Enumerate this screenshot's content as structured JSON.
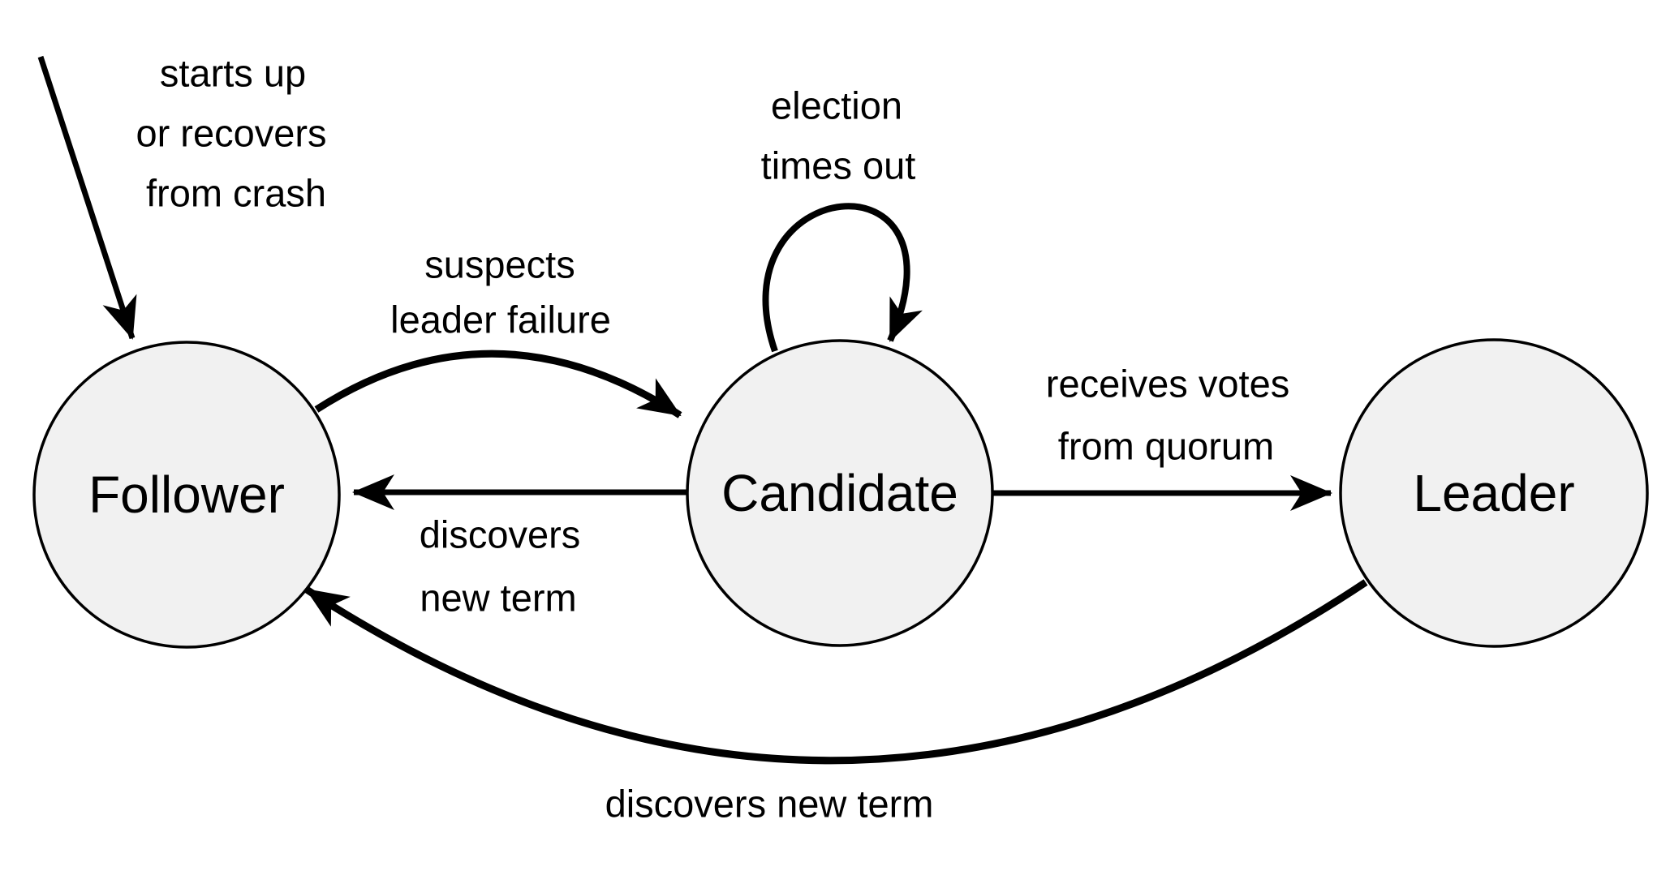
{
  "diagram_title": "state-transition-diagram",
  "colors": {
    "background": "#ffffff",
    "node_fill": "#f1f1f1",
    "node_stroke": "#000000",
    "edge": "#000000",
    "text": "#000000"
  },
  "nodes": {
    "follower": {
      "label": "Follower"
    },
    "candidate": {
      "label": "Candidate"
    },
    "leader": {
      "label": "Leader"
    }
  },
  "edges": {
    "startup": {
      "from": "start",
      "to": "Follower",
      "lines": [
        "starts up",
        "or recovers",
        "from crash"
      ]
    },
    "follower_to_candidate": {
      "from": "Follower",
      "to": "Candidate",
      "lines": [
        "suspects",
        "leader failure"
      ]
    },
    "candidate_self_loop": {
      "from": "Candidate",
      "to": "Candidate",
      "lines": [
        "election",
        "times out"
      ]
    },
    "candidate_to_follower": {
      "from": "Candidate",
      "to": "Follower",
      "lines": [
        "discovers",
        "new term"
      ]
    },
    "candidate_to_leader": {
      "from": "Candidate",
      "to": "Leader",
      "lines": [
        "receives votes",
        "from quorum"
      ]
    },
    "leader_to_follower": {
      "from": "Leader",
      "to": "Follower",
      "lines": [
        "discovers new term"
      ]
    }
  }
}
